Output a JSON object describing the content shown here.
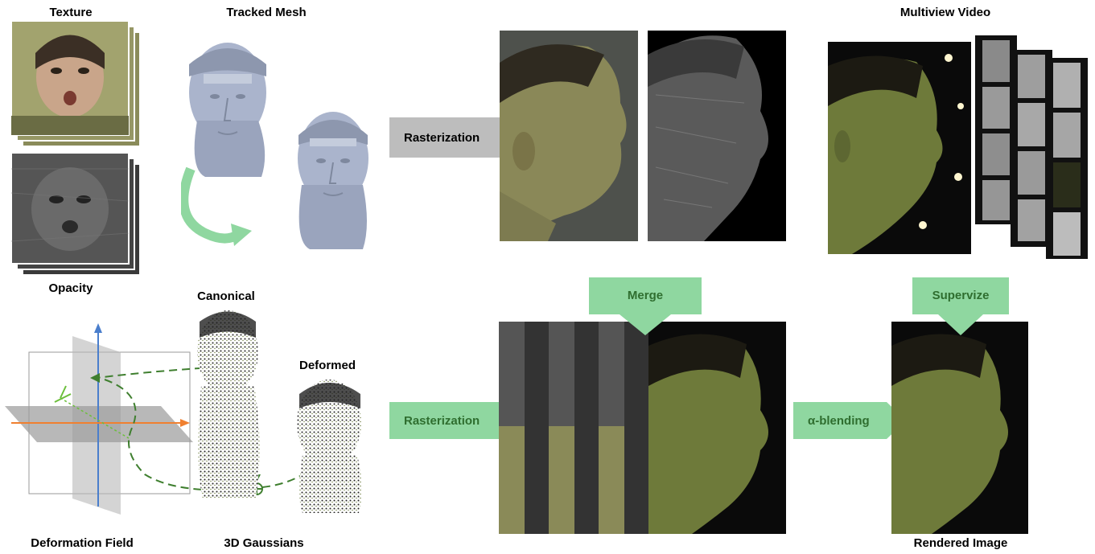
{
  "labels": {
    "texture": "Texture",
    "tracked_mesh": "Tracked Mesh",
    "multiview_video": "Multiview Video",
    "opacity": "Opacity",
    "canonical": "Canonical",
    "deformed": "Deformed",
    "merge": "Merge",
    "supervize": "Supervize",
    "rasterization_top": "Rasterization",
    "rasterization_bottom": "Rasterization",
    "alpha_blending": "α-blending",
    "deformation_field": "Deformation Field",
    "gaussians_3d": "3D Gaussians",
    "rendered_image": "Rendered Image"
  },
  "colors": {
    "green_arrow": "#8fd7a0",
    "green_text": "#2f6e2f",
    "gray_arrow": "#bdbdbd",
    "mesh": "#aab4cc",
    "dashed_path": "#3f7f2f",
    "axis_blue": "#4a7ecc",
    "axis_orange": "#f08030",
    "face_green": "#6e7a3a",
    "dark_bg": "#0a0a0a"
  }
}
